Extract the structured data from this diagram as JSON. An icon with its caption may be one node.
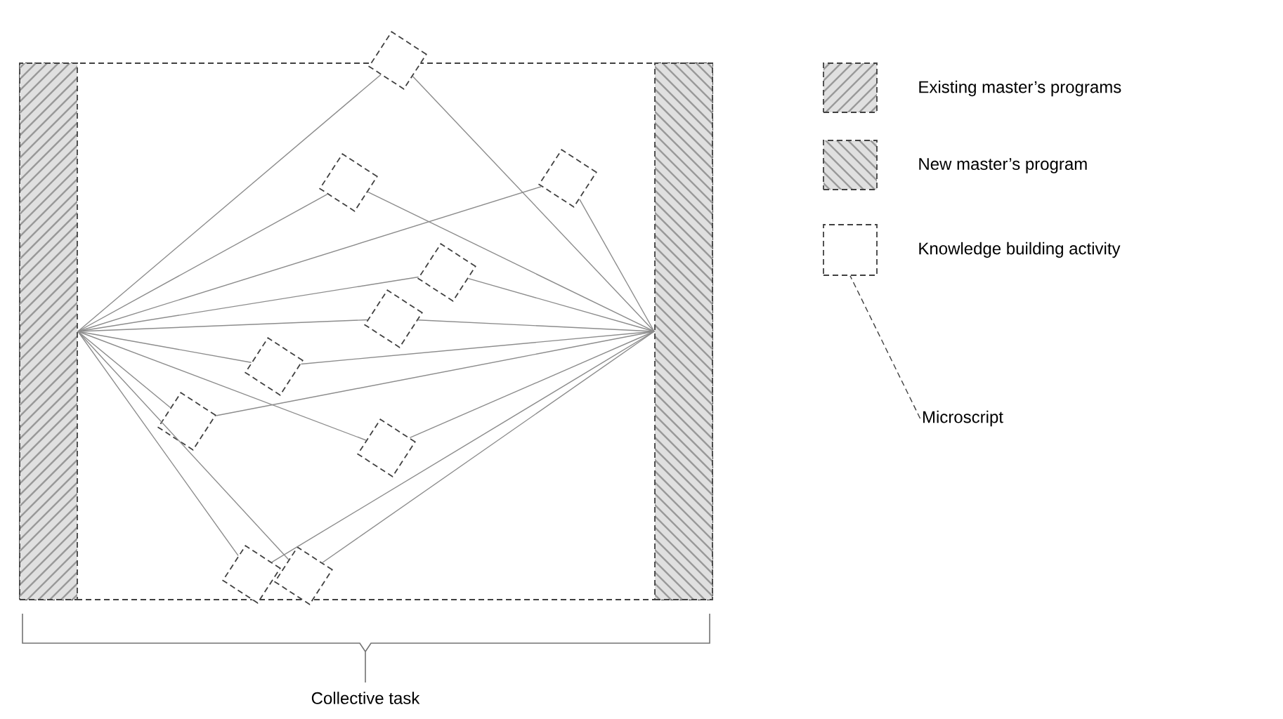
{
  "diagram": {
    "nodes": [
      {
        "text": [],
        "shape": "bar"
      },
      {
        "text": [],
        "shape": "bar"
      },
      {
        "text": [],
        "shape": "diamond"
      },
      {
        "text": [],
        "shape": "diamond"
      },
      {
        "text": [],
        "shape": "diamond"
      },
      {
        "text": [],
        "shape": "diamond"
      },
      {
        "text": [],
        "shape": "diamond"
      },
      {
        "text": [],
        "shape": "diamond"
      },
      {
        "text": [],
        "shape": "diamond"
      },
      {
        "text": [],
        "shape": "diamond"
      },
      {
        "text": [],
        "shape": "diamond"
      },
      {
        "text": [],
        "shape": "diamond"
      },
      {
        "text": [],
        "shape": "box"
      },
      {
        "text": [
          "Microscript"
        ]
      }
    ],
    "edges": [
      {
        "from": 0,
        "to": 2,
        "arrow": "none"
      },
      {
        "from": 2,
        "to": 1,
        "arrow": "none"
      },
      {
        "from": 0,
        "to": 3,
        "arrow": "none"
      },
      {
        "from": 3,
        "to": 1,
        "arrow": "none"
      },
      {
        "from": 0,
        "to": 4,
        "arrow": "none"
      },
      {
        "from": 4,
        "to": 1,
        "arrow": "none"
      },
      {
        "from": 0,
        "to": 5,
        "arrow": "none"
      },
      {
        "from": 5,
        "to": 1,
        "arrow": "none"
      },
      {
        "from": 0,
        "to": 6,
        "arrow": "none"
      },
      {
        "from": 6,
        "to": 1,
        "arrow": "none"
      },
      {
        "from": 0,
        "to": 7,
        "arrow": "none"
      },
      {
        "from": 7,
        "to": 1,
        "arrow": "none"
      },
      {
        "from": 0,
        "to": 8,
        "arrow": "none"
      },
      {
        "from": 8,
        "to": 1,
        "arrow": "none"
      },
      {
        "from": 0,
        "to": 9,
        "arrow": "none"
      },
      {
        "from": 9,
        "to": 1,
        "arrow": "none"
      },
      {
        "from": 0,
        "to": 10,
        "arrow": "none"
      },
      {
        "from": 10,
        "to": 1,
        "arrow": "none"
      },
      {
        "from": 0,
        "to": 11,
        "arrow": "none"
      },
      {
        "from": 11,
        "to": 1,
        "arrow": "none"
      },
      {
        "from": 13,
        "to": 12,
        "arrow": "none",
        "style": "dashed"
      }
    ],
    "labels": [
      "Collective task"
    ],
    "legend": [
      {
        "text": "Existing master’s programs"
      },
      {
        "text": "New master’s program"
      },
      {
        "text": "Knowledge building activity"
      }
    ]
  }
}
